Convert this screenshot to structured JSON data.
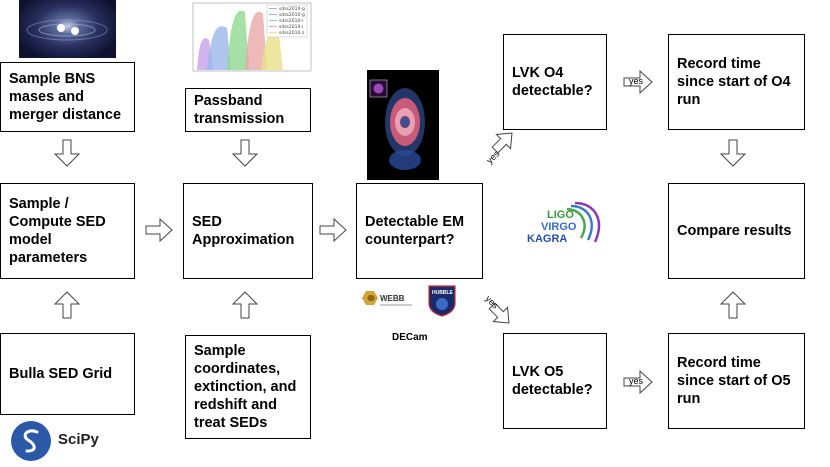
{
  "boxes": {
    "sample_bns": "Sample BNS mases and merger distance",
    "sample_sed_params": "Sample / Compute SED model parameters",
    "bulla_grid": "Bulla SED Grid",
    "passband": "Passband transmission",
    "sed_approx": "SED Approximation",
    "sample_coords": "Sample coordinates, extinction, and redshift and treat SEDs",
    "detectable_em": "Detectable EM counterpart?",
    "lvk_o4": "LVK O4 detectable?",
    "lvk_o5": "LVK O5 detectable?",
    "record_o4": "Record time since start of O4 run",
    "record_o5": "Record time since start of O5 run",
    "compare": "Compare results"
  },
  "labels": {
    "yes": "yes",
    "decam": "DECam",
    "scipy": "SciPy",
    "webb": "WEBB",
    "hubble": "HUBBLE",
    "ligo": "LIGO",
    "virgo": "VIRGO",
    "kagra": "KAGRA"
  },
  "passband_legend": [
    "sdss2010-g",
    "sdss2010-g",
    "sdss2010-r",
    "sdss2010-i",
    "sdss2010-z"
  ],
  "colors": {
    "band_g": "#9ab8e8",
    "band_r": "#8fd88f",
    "band_i": "#e8a8a8",
    "band_z": "#e8e08a",
    "band_u": "#c8a0e8",
    "scipy_blue": "#2b59a8",
    "kagra_blue": "#2a4fa0"
  }
}
